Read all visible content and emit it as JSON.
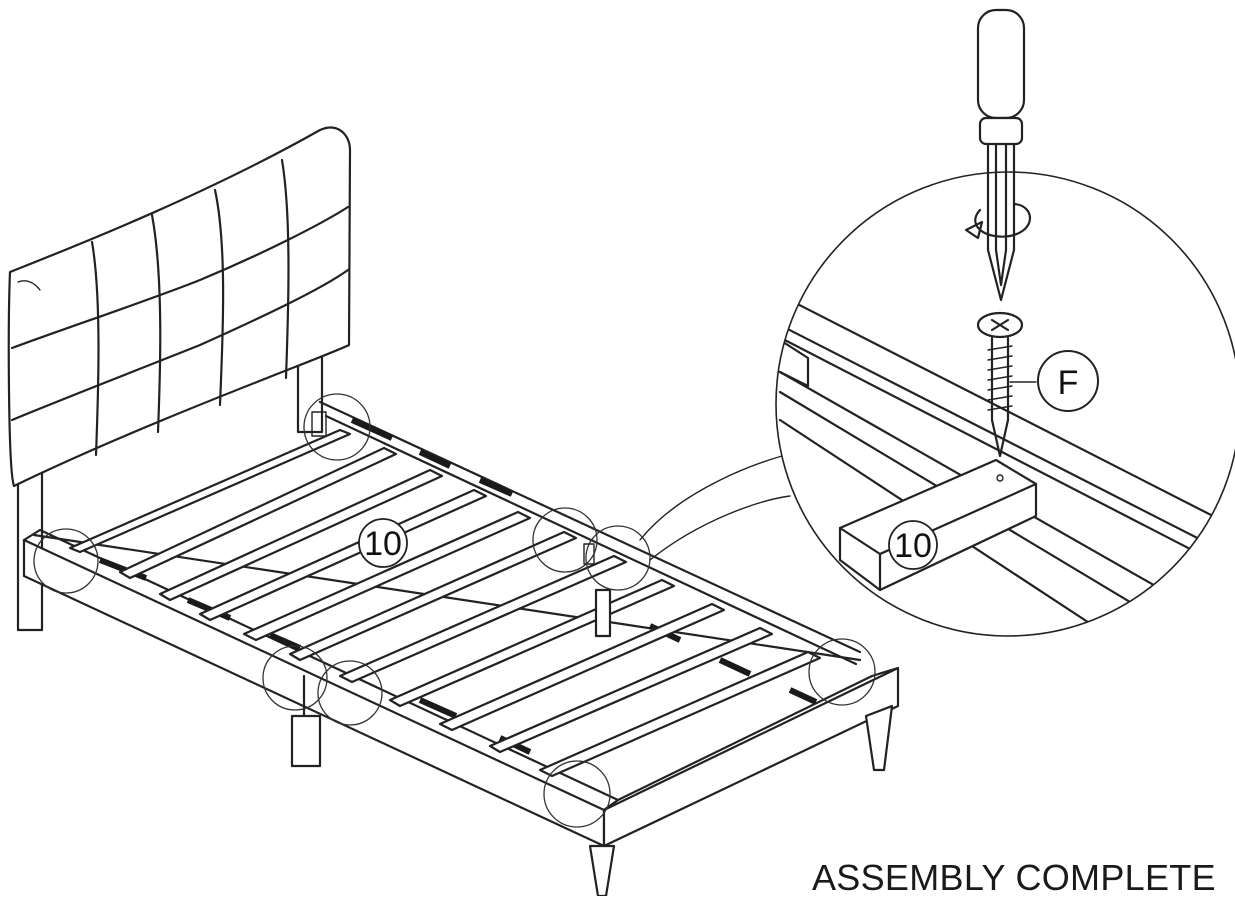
{
  "callouts": {
    "part_slat_main": "10",
    "part_slat_detail": "10",
    "part_screw": "F"
  },
  "caption": "ASSEMBLY COMPLETE",
  "colors": {
    "line": "#222222",
    "background": "#ffffff",
    "rail_strip": "#1a1a1a"
  }
}
